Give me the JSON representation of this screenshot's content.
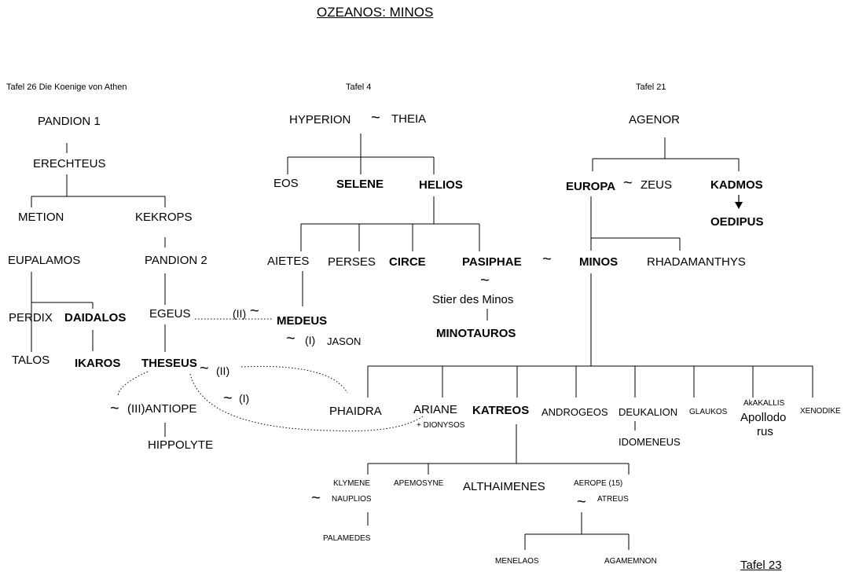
{
  "title": "OZEANOS: MINOS",
  "footer": "Tafel 23",
  "tilde": "~",
  "headers": {
    "athens": "Tafel 26  Die Koenige von Athen",
    "hyperion": "Tafel 4",
    "agenor": "Tafel 21"
  },
  "athens": {
    "pandion1": "PANDION 1",
    "erechteus": "ERECHTEUS",
    "metion": "METION",
    "kekrops": "KEKROPS",
    "eupalamos": "EUPALAMOS",
    "pandion2": "PANDION 2",
    "perdix": "PERDIX",
    "daidalos": "DAIDALOS",
    "egeus": "EGEUS",
    "talos": "TALOS",
    "ikaros": "IKAROS",
    "theseus": "THESEUS",
    "antiope": "(III)ANTIOPE",
    "hippolyte": "HIPPOLYTE",
    "marriage_ii": "(II)",
    "marriage_i": "(I)",
    "marriage_ii_medeus": "(II)"
  },
  "hyperion": {
    "hyperion": "HYPERION",
    "theia": "THEIA",
    "eos": "EOS",
    "selene": "SELENE",
    "helios": "HELIOS",
    "aietes": "AIETES",
    "perses": "PERSES",
    "circe": "CIRCE",
    "pasiphae": "PASIPHAE",
    "medeus": "MEDEUS",
    "medeus_i": "(I)",
    "jason": "JASON",
    "stier": "Stier des Minos",
    "minotauros": "MINOTAUROS"
  },
  "agenor": {
    "agenor": "AGENOR",
    "europa": "EUROPA",
    "zeus": "ZEUS",
    "kadmos": "KADMOS",
    "oedipus": "OEDIPUS",
    "minos": "MINOS",
    "rhadamanthys": "RHADAMANTHYS"
  },
  "minos_children": {
    "phaidra": "PHAIDRA",
    "ariane": "ARIANE",
    "dionysos": "+ DIONYSOS",
    "katreos": "KATREOS",
    "androgeos": "ANDROGEOS",
    "deukalion": "DEUKALION",
    "idomeneus": "IDOMENEUS",
    "glaukos": "GLAUKOS",
    "akakallis": "AkAKALLIS",
    "apollodorus_1": "Apollodo",
    "apollodorus_2": "rus",
    "xenodike": "XENODIKE"
  },
  "katreos_children": {
    "klymene": "KLYMENE",
    "nauplios": "NAUPLIOS",
    "palamedes": "PALAMEDES",
    "apemosyne": "APEMOSYNE",
    "althaimenes": "ALTHAIMENES",
    "aerope": "AEROPE (15)",
    "atreus": "ATREUS",
    "menelaos": "MENELAOS",
    "agamemnon": "AGAMEMNON"
  }
}
